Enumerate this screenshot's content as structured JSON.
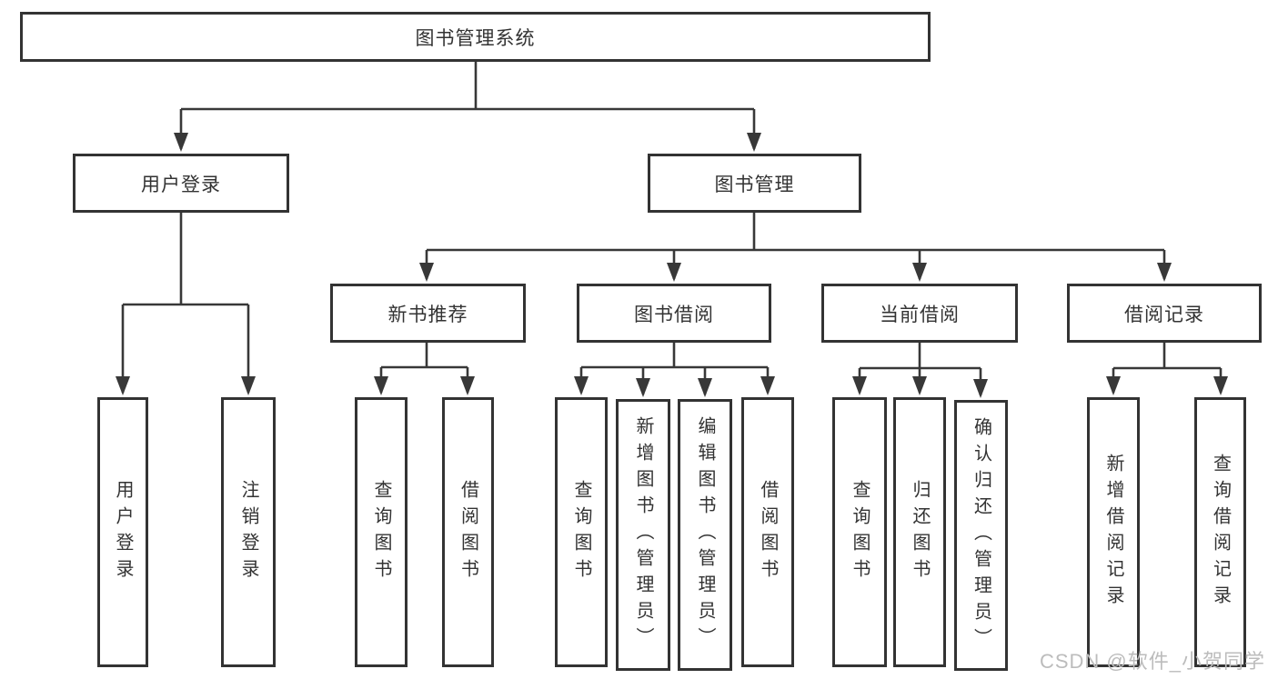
{
  "title": "图书管理系统",
  "branches": {
    "user_login": {
      "label": "用户登录",
      "children": {
        "login": "用户登录",
        "logout": "注销登录"
      }
    },
    "book_mgmt": {
      "label": "图书管理",
      "sections": {
        "new_book": {
          "label": "新书推荐",
          "children": {
            "query": "查询图书",
            "borrow": "借阅图书"
          }
        },
        "book_borrow": {
          "label": "图书借阅",
          "children": {
            "query": "查询图书",
            "add": "新增图书（管理员）",
            "edit": "编辑图书（管理员）",
            "borrow": "借阅图书"
          }
        },
        "current_borrow": {
          "label": "当前借阅",
          "children": {
            "query": "查询图书",
            "return": "归还图书",
            "confirm": "确认归还（管理员）"
          }
        },
        "borrow_record": {
          "label": "借阅记录",
          "children": {
            "add": "新增借阅记录",
            "query": "查询借阅记录"
          }
        }
      }
    }
  },
  "watermark": "CSDN @软件_小贺同学",
  "colors": {
    "line": "#383838",
    "border": "#333333",
    "text": "#333333",
    "watermark": "#bcbcbc"
  }
}
